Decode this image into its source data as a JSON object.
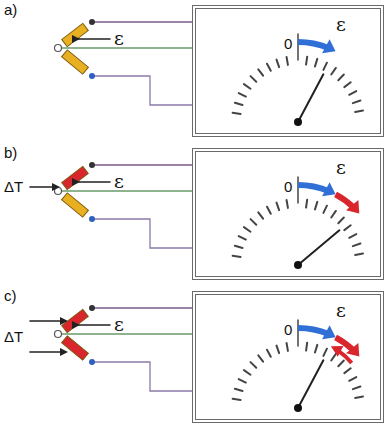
{
  "diagram": {
    "nodes": [
      {
        "text": [
          "0",
          "ε"
        ]
      },
      {
        "text": [
          "0",
          "ε"
        ]
      },
      {
        "text": [
          "0",
          "ε"
        ]
      }
    ],
    "labels": [
      "a)",
      "ε",
      "b)",
      "ΔT",
      "ε",
      "c)",
      "ΔT",
      "ε"
    ]
  }
}
